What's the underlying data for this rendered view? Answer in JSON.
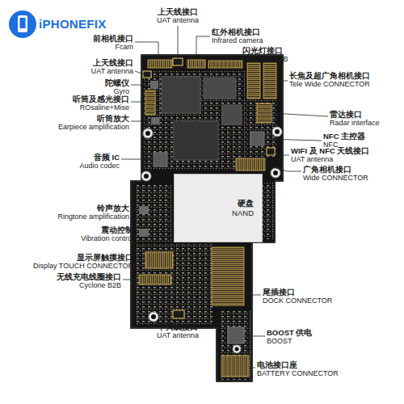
{
  "diagram": {
    "nodes": [
      {
        "text": [
          "硬盘",
          "NAND"
        ]
      }
    ],
    "labels": [
      "iPHONEFIX",
      "前相机接口",
      "Fcam",
      "上天线接口",
      "UAT antenna",
      "陀螺仪",
      "Gyro",
      "听筒及感光接口",
      "ROsaline+Mise",
      "听筒放大",
      "Earpiece amplification",
      "音频 IC",
      "Audio codec",
      "铃声放大",
      "Ringtone amplification",
      "震动控制",
      "Vibration control",
      "显示屏触摸接口",
      "Display TOUCH CONNECTOR",
      "无线充电线圈接口",
      "Cyclone B2B",
      "上天线接口",
      "UAT antenna",
      "红外相机接口",
      "Infrared camera",
      "闪光灯接口",
      "STROBE B2B",
      "长焦及超广角相机接口",
      "Tele Wide CONNECTOR",
      "雷达接口",
      "Radar interface",
      "NFC 主控器",
      "NFC",
      "WIFI 及 NFC 天线接口",
      "UAT antenna",
      "广角相机接口",
      "Wide CONNECTOR",
      "尾插接口",
      "DOCK CONNECTOR",
      "下天线接口",
      "UAT antenna",
      "BOOST 供电",
      "BOOST",
      "电池接口座",
      "BATTERY CONNECTOR"
    ]
  }
}
